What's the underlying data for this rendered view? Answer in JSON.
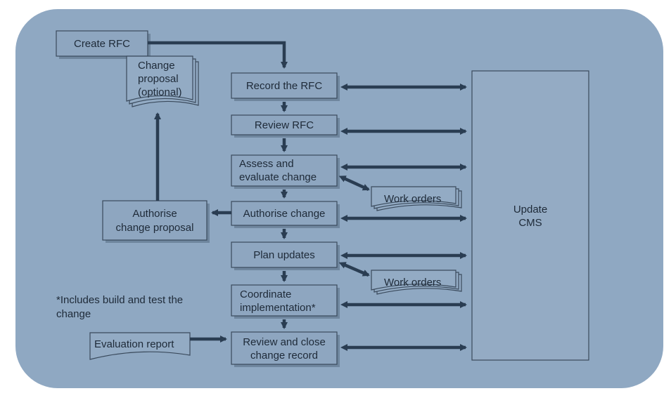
{
  "diagram": {
    "nodes": {
      "create_rfc": "Create RFC",
      "change_proposal": [
        "Change",
        "proposal",
        "(optional)"
      ],
      "record_rfc": "Record the RFC",
      "review_rfc": "Review RFC",
      "assess": [
        "Assess and",
        "evaluate change"
      ],
      "work_orders_1": "Work orders",
      "authorise_change": "Authorise change",
      "authorise_proposal": [
        "Authorise",
        "change proposal"
      ],
      "plan_updates": "Plan updates",
      "work_orders_2": "Work orders",
      "coordinate": [
        "Coordinate",
        "implementation*"
      ],
      "evaluation_report": "Evaluation report",
      "review_close": [
        "Review and close",
        "change record"
      ],
      "update_cms": [
        "Update",
        "CMS"
      ]
    },
    "footnote": [
      "*Includes build and test the",
      "change"
    ]
  },
  "colors": {
    "panel": "#8fa8c2",
    "box_fill": "#8ea6c0",
    "arrow": "#2a3d52",
    "text": "#1e2a38"
  }
}
